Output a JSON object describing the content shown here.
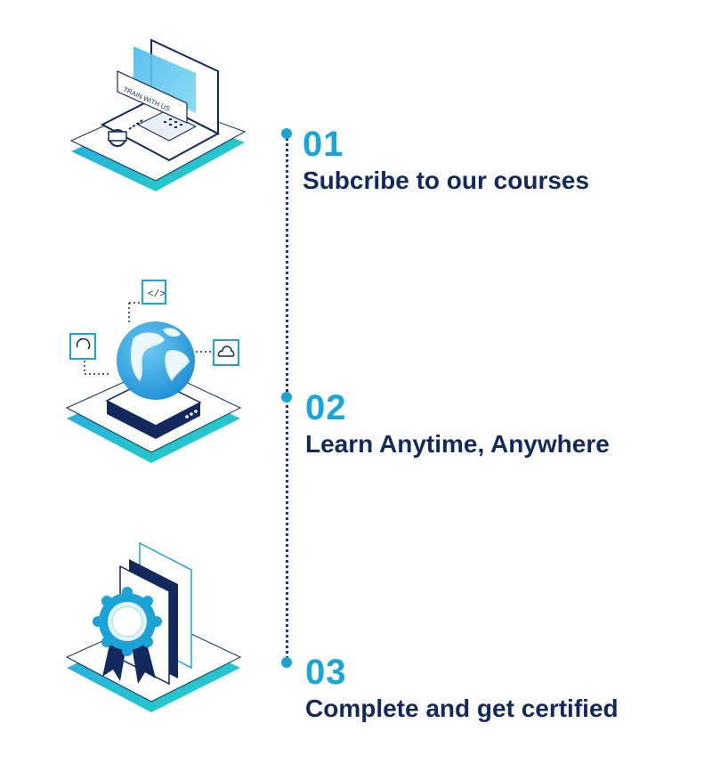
{
  "steps": [
    {
      "number": "01",
      "title": "Subcribe to our courses",
      "illustration": "laptop-icon"
    },
    {
      "number": "02",
      "title": "Learn Anytime, Anywhere",
      "illustration": "globe-icon"
    },
    {
      "number": "03",
      "title": "Complete and get certified",
      "illustration": "certificate-icon"
    }
  ],
  "laptop_screen_text": "TRAIN WITH US",
  "colors": {
    "accent": "#16a7d8",
    "dark": "#12295e",
    "teal": "#1ec8c8"
  }
}
